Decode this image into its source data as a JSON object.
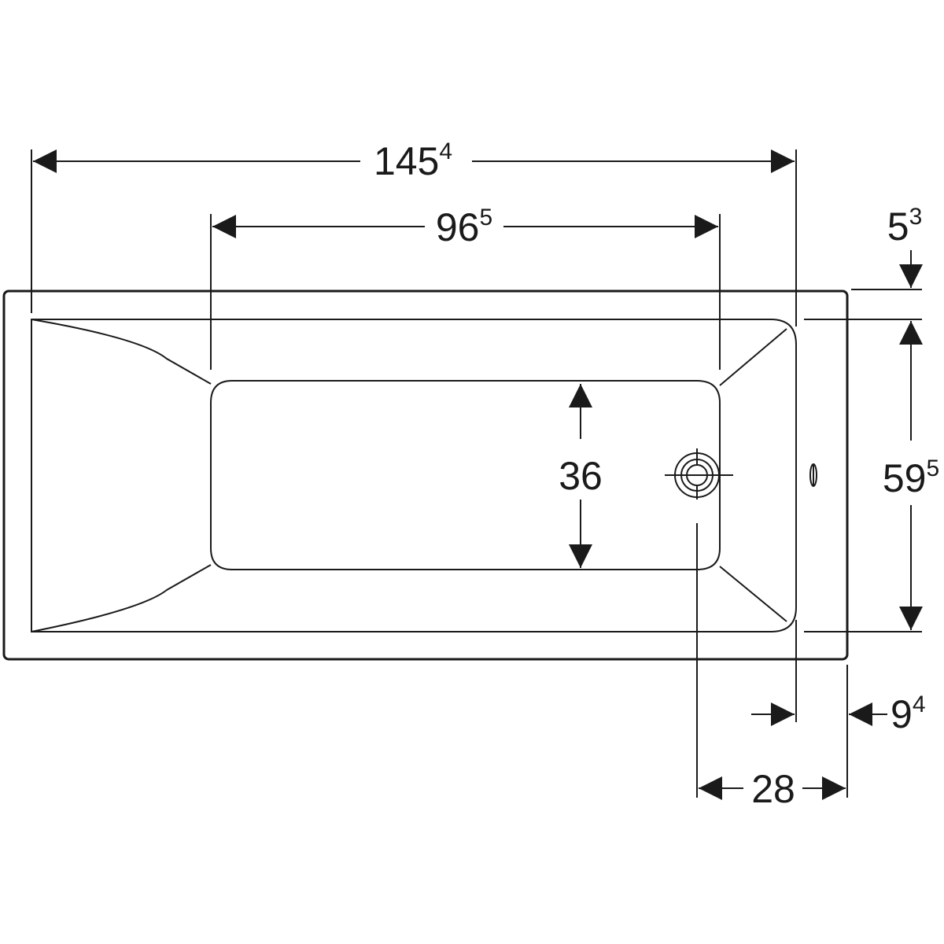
{
  "dimensions": {
    "overall_length": {
      "main": "145",
      "sup": "4"
    },
    "basin_length": {
      "main": "96",
      "sup": "5"
    },
    "basin_width": {
      "main": "36",
      "sup": ""
    },
    "inner_width": {
      "main": "59",
      "sup": "5"
    },
    "rim_top": {
      "main": "5",
      "sup": "3"
    },
    "rim_right": {
      "main": "9",
      "sup": "4"
    },
    "drain_offset": {
      "main": "28",
      "sup": ""
    }
  }
}
